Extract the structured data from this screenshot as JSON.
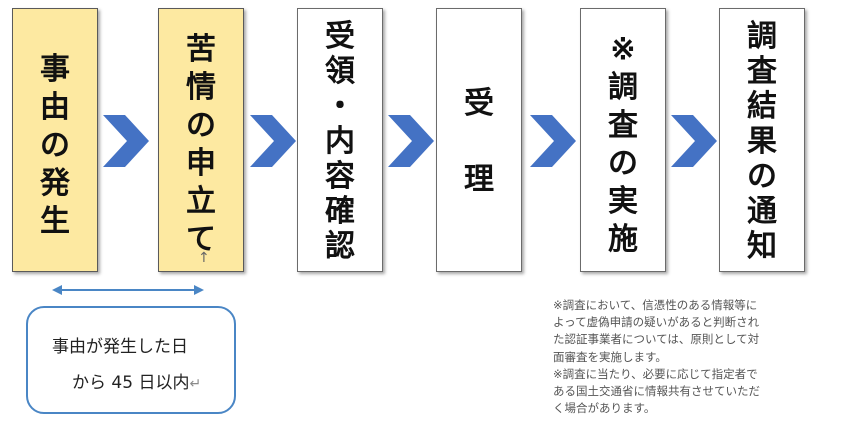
{
  "steps": [
    {
      "text": "事\n由\nの\n発\n生"
    },
    {
      "text": "苦\n情\nの\n申\n立\nて"
    },
    {
      "text": "受\n領\n・\n内\n容\n確\n認"
    },
    {
      "text": "受\n\n理"
    },
    {
      "text": "※\n調\n査\nの\n実\n施"
    },
    {
      "text": "調\n査\n結\n果\nの\n通\n知"
    }
  ],
  "period": {
    "line1": "事由が発生した日",
    "line2": "から 45 日以内",
    "return_mark": "↵"
  },
  "cursor_mark": "↑",
  "notes": {
    "note1": "※調査において、信憑性のある情報等に\nよって虚偽申請の疑いがあると判断され\nた認証事業者については、原則として対\n面審査を実施します。",
    "note2": "※調査に当たり、必要に応じて指定者で\nある国土交通省に情報共有させていただ\nく場合があります。"
  },
  "colors": {
    "highlight": "#fde9a1",
    "arrow": "#4472c4",
    "period_border": "#4a86c5"
  }
}
